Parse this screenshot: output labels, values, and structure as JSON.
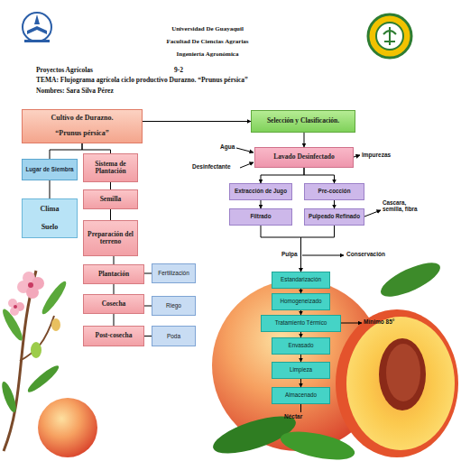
{
  "diagram": {
    "title": "TEMA: Flujograma agrícola ciclo productivo Durazno. “Prunus pérsica”",
    "nodes": [
      {
        "text": [
          "Cultivo de Durazno.",
          "“Prunus pérsica”"
        ]
      },
      {
        "text": [
          "Selección y Clasificación."
        ]
      },
      {
        "text": [
          "Lugar de Siembra"
        ]
      },
      {
        "text": [
          "Sistema de Plantación"
        ]
      },
      {
        "text": [
          "Clima",
          "Suelo"
        ]
      },
      {
        "text": [
          "Semilla"
        ]
      },
      {
        "text": [
          "Preparación del terreno"
        ]
      },
      {
        "text": [
          "Plantación"
        ]
      },
      {
        "text": [
          "Fertilización"
        ]
      },
      {
        "text": [
          "Cosecha"
        ]
      },
      {
        "text": [
          "Riego"
        ]
      },
      {
        "text": [
          "Post-cosecha"
        ]
      },
      {
        "text": [
          "Poda"
        ]
      },
      {
        "text": [
          "Lavado Desinfectado"
        ]
      },
      {
        "text": [
          "Extracción de Jugo"
        ]
      },
      {
        "text": [
          "Pre-cocción"
        ]
      },
      {
        "text": [
          "Filtrado"
        ]
      },
      {
        "text": [
          "Pulpeado Refinado"
        ]
      },
      {
        "text": [
          "Estandarización"
        ]
      },
      {
        "text": [
          "Homogeneizado"
        ]
      },
      {
        "text": [
          "Tratamiento Térmico"
        ]
      },
      {
        "text": [
          "Envasado"
        ]
      },
      {
        "text": [
          "Limpieza"
        ]
      },
      {
        "text": [
          "Almacenado"
        ]
      }
    ],
    "edges": [
      {
        "from": 0,
        "to": 1,
        "arrow": "to"
      },
      {
        "from": 1,
        "to": 13,
        "arrow": "to"
      },
      {
        "from": 0,
        "to": 2,
        "arrow": "none"
      },
      {
        "from": 0,
        "to": 3,
        "arrow": "none"
      },
      {
        "from": 2,
        "to": 4,
        "arrow": "none"
      },
      {
        "from": 3,
        "to": 5,
        "arrow": "none"
      },
      {
        "from": 5,
        "to": 6,
        "arrow": "none"
      },
      {
        "from": 6,
        "to": 7,
        "arrow": "none"
      },
      {
        "from": 7,
        "to": 9,
        "arrow": "none"
      },
      {
        "from": 9,
        "to": 11,
        "arrow": "none"
      },
      {
        "from": 7,
        "to": 8,
        "arrow": "none"
      },
      {
        "from": 9,
        "to": 10,
        "arrow": "none"
      },
      {
        "from": 11,
        "to": 12,
        "arrow": "none"
      },
      {
        "from": 13,
        "to": 14,
        "arrow": "to"
      },
      {
        "from": 13,
        "to": 15,
        "arrow": "to"
      },
      {
        "from": 14,
        "to": 16,
        "arrow": "to"
      },
      {
        "from": 15,
        "to": 17,
        "arrow": "to"
      },
      {
        "from": 16,
        "to": 18,
        "arrow": "to"
      },
      {
        "from": 17,
        "to": 18,
        "arrow": "to"
      },
      {
        "from": 18,
        "to": 19,
        "arrow": "to"
      },
      {
        "from": 19,
        "to": 20,
        "arrow": "to"
      },
      {
        "from": 20,
        "to": 21,
        "arrow": "to"
      },
      {
        "from": 21,
        "to": 22,
        "arrow": "to"
      },
      {
        "from": 22,
        "to": 23,
        "arrow": "to"
      }
    ],
    "labels": [
      "Universidad De Guayaquil",
      "Facultad De Ciencias Agrarias",
      "Ingeniería Agronómica",
      "Proyectos Agrícolas",
      "9-2",
      "Nombres: Sara Silva Pérez",
      "Agua",
      "Desinfectante",
      "Impurezas",
      "Cascara, semilla, fibra",
      "Pulpa",
      "Conservación",
      "Mínimo 85°",
      "Néctar"
    ]
  }
}
